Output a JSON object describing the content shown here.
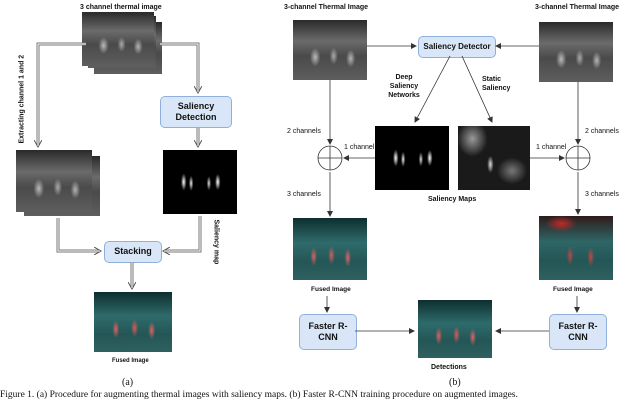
{
  "panel_a": {
    "input_label": "3 channel thermal image",
    "extract_label": "Extracting channel 1 and 2",
    "saliency_detection_label": "Saliency Detection",
    "saliency_map_label": "Saliency map",
    "stacking_label": "Stacking",
    "fused_label": "Fused Image",
    "sub_label": "(a)"
  },
  "panel_b": {
    "left_input_label": "3-channel Thermal Image",
    "right_input_label": "3-channel Thermal Image",
    "detector_label": "Saliency Detector",
    "deep_label": "Deep Saliency Networks",
    "static_label": "Static Saliency",
    "two_channels_left": "2 channels",
    "two_channels_right": "2 channels",
    "one_channel_left": "1 channel",
    "one_channel_right": "1 channel",
    "three_channels_left": "3 channels",
    "three_channels_right": "3 channels",
    "maps_label": "Saliency Maps",
    "fused_left_label": "Fused Image",
    "fused_right_label": "Fused Image",
    "faster_left": "Faster R-CNN",
    "faster_right": "Faster R-CNN",
    "detections_label": "Detections",
    "sub_label": "(b)"
  },
  "caption": "Figure 1. (a) Procedure for augmenting thermal images with saliency maps. (b) Faster R-CNN training procedure on augmented images."
}
